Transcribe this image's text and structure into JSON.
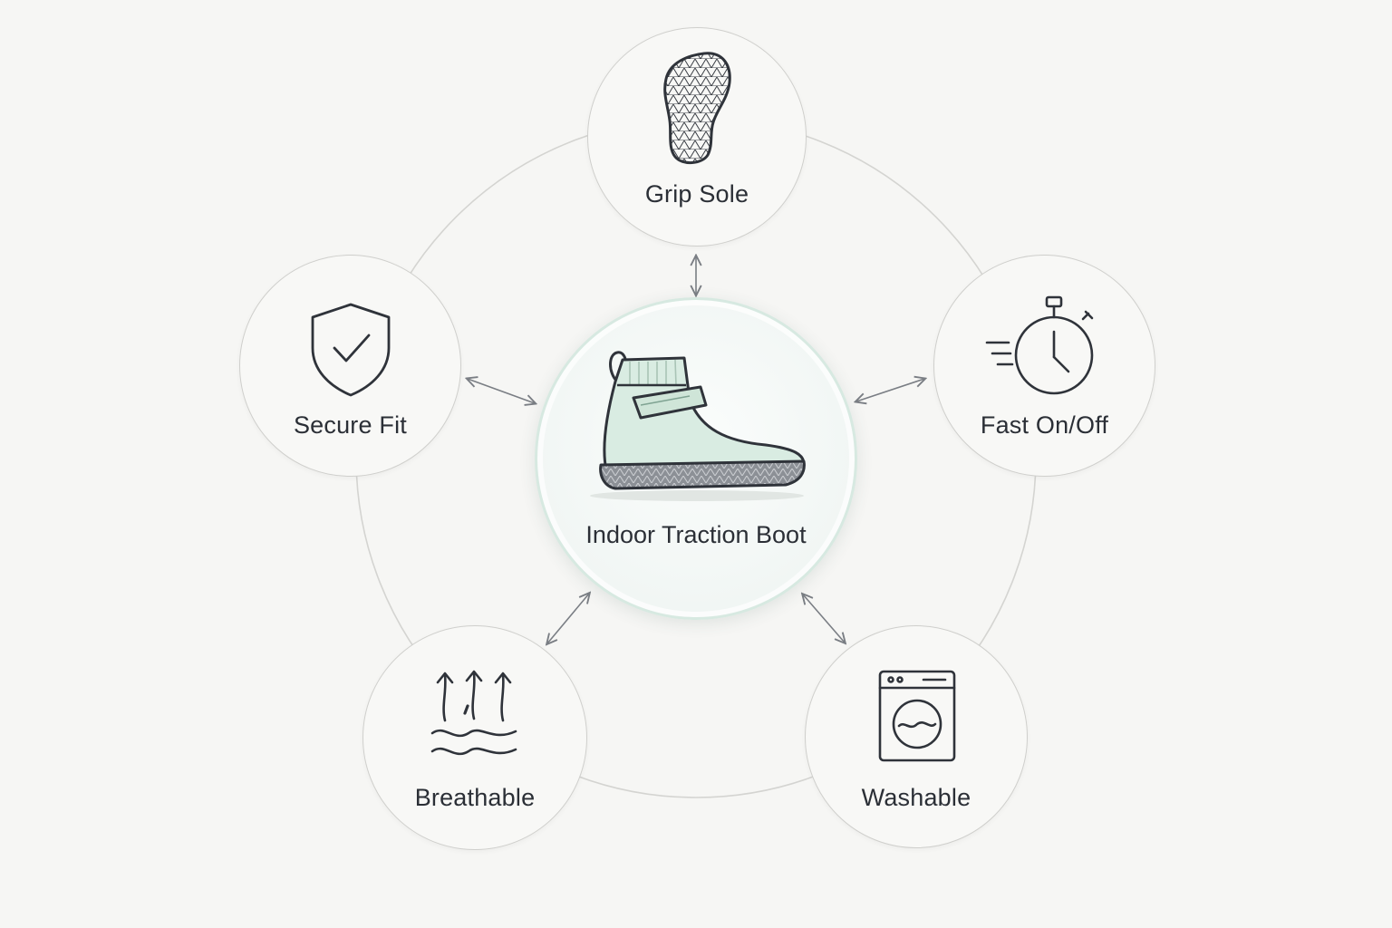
{
  "center": {
    "label": "Indoor Traction Boot",
    "icon": "boot-icon",
    "accent": "#dcede4"
  },
  "features": [
    {
      "id": "grip-sole",
      "label": "Grip Sole",
      "icon": "sole-icon"
    },
    {
      "id": "fast-on-off",
      "label": "Fast On/Off",
      "icon": "stopwatch-icon"
    },
    {
      "id": "washable",
      "label": "Washable",
      "icon": "washing-machine-icon"
    },
    {
      "id": "breathable",
      "label": "Breathable",
      "icon": "airflow-icon"
    },
    {
      "id": "secure-fit",
      "label": "Secure Fit",
      "icon": "shield-check-icon"
    }
  ],
  "colors": {
    "background": "#f6f6f4",
    "stroke": "#2f333a",
    "ring": "#d4d4d1",
    "arrow": "#7a7e84"
  }
}
